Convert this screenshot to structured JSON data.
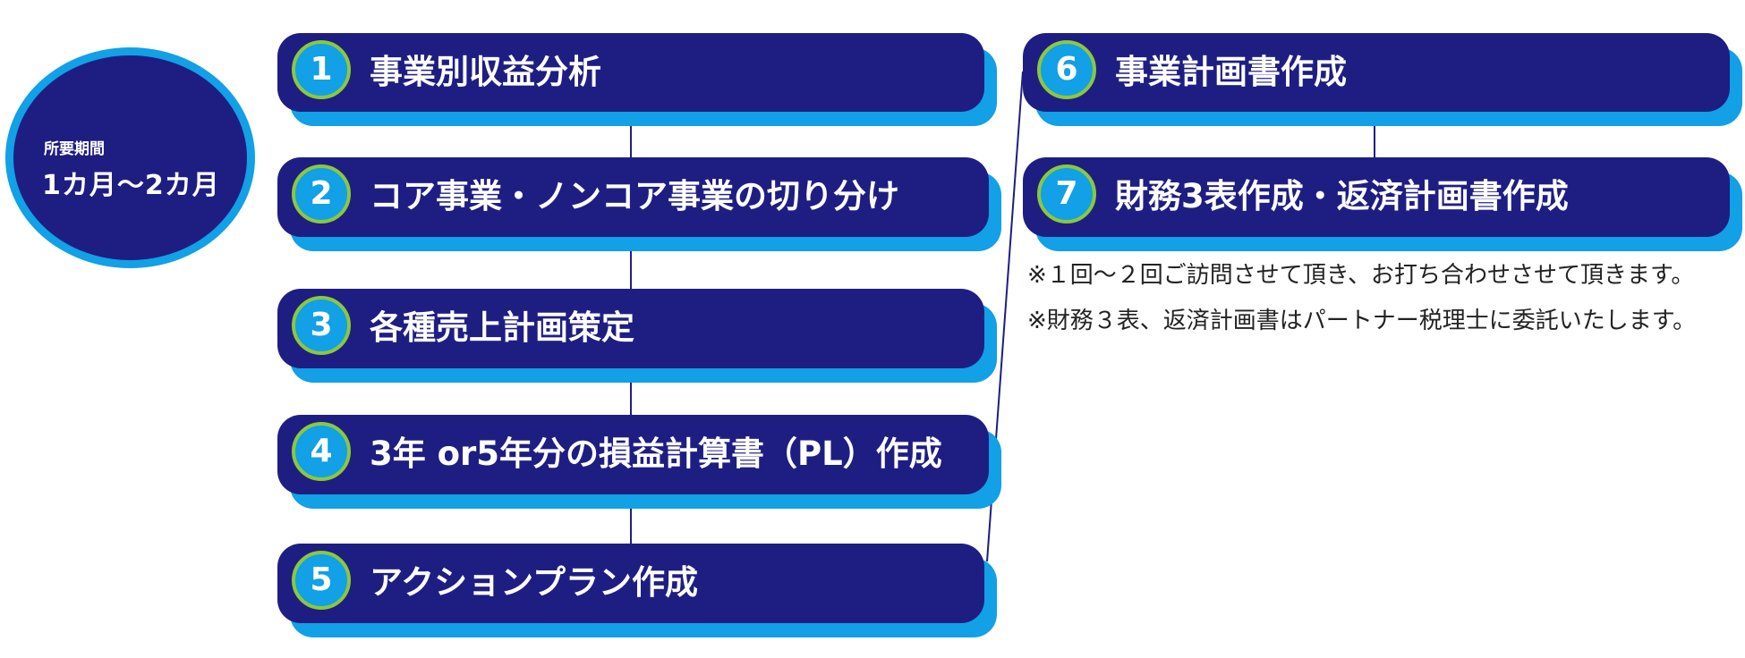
{
  "period": {
    "label": "所要期間",
    "value": "1カ月～2カ月"
  },
  "steps": [
    {
      "number": "1",
      "title": "事業別収益分析"
    },
    {
      "number": "2",
      "title": "コア事業・ノンコア事業の切り分け"
    },
    {
      "number": "3",
      "title": "各種売上計画策定"
    },
    {
      "number": "4",
      "title": "3年 or5年分の損益計算書（PL）作成"
    },
    {
      "number": "5",
      "title": "アクションプラン作成"
    },
    {
      "number": "6",
      "title": "事業計画書作成"
    },
    {
      "number": "7",
      "title": "財務3表作成・返済計画書作成"
    }
  ],
  "notes": [
    "※１回～２回ご訪問させて頂き、お打ち合わせさせて頂きます。",
    "※財務３表、返済計画書はパートナー税理士に委託いたします。"
  ],
  "colors": {
    "navy": "#1e1e82",
    "cyan": "#12a0e6",
    "green": "#8cc83c"
  }
}
